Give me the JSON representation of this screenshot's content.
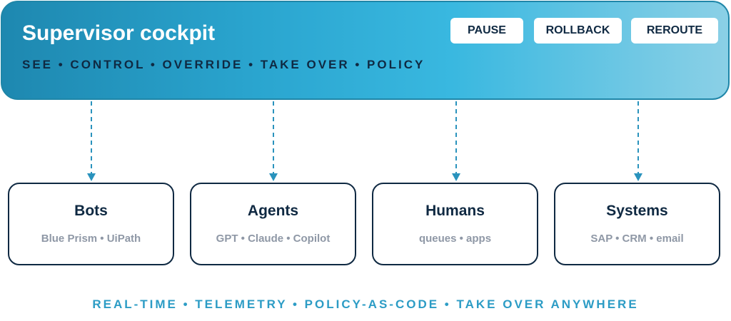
{
  "header": {
    "title": "Supervisor cockpit",
    "subtitle": "SEE • CONTROL • OVERRIDE • TAKE OVER • POLICY",
    "buttons": {
      "pause": "PAUSE",
      "rollback": "ROLLBACK",
      "reroute": "REROUTE"
    }
  },
  "cards": [
    {
      "name": "Bots",
      "desc": "Blue Prism • UiPath"
    },
    {
      "name": "Agents",
      "desc": "GPT • Claude • Copilot"
    },
    {
      "name": "Humans",
      "desc": "queues • apps"
    },
    {
      "name": "Systems",
      "desc": "SAP • CRM • email"
    }
  ],
  "footer": "REAL-TIME • TELEMETRY • POLICY-AS-CODE • TAKE OVER ANYWHERE",
  "colors": {
    "header_gradient_start": "#1e88b0",
    "header_gradient_end": "#8bd0e6",
    "arrow": "#2a93bd",
    "navy": "#0f2942",
    "muted_text": "#8f98a6",
    "footer_text": "#2c9cc5"
  }
}
